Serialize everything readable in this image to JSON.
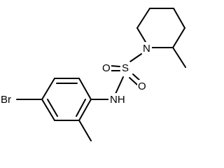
{
  "molecule": {
    "atoms": {
      "br": "Br",
      "nh": "NH",
      "s": "S",
      "o_top": "O",
      "o_bottom": "O",
      "n_ring": "N"
    },
    "colors": {
      "bond": "#000000",
      "label": "#000000",
      "background": "#ffffff"
    }
  }
}
